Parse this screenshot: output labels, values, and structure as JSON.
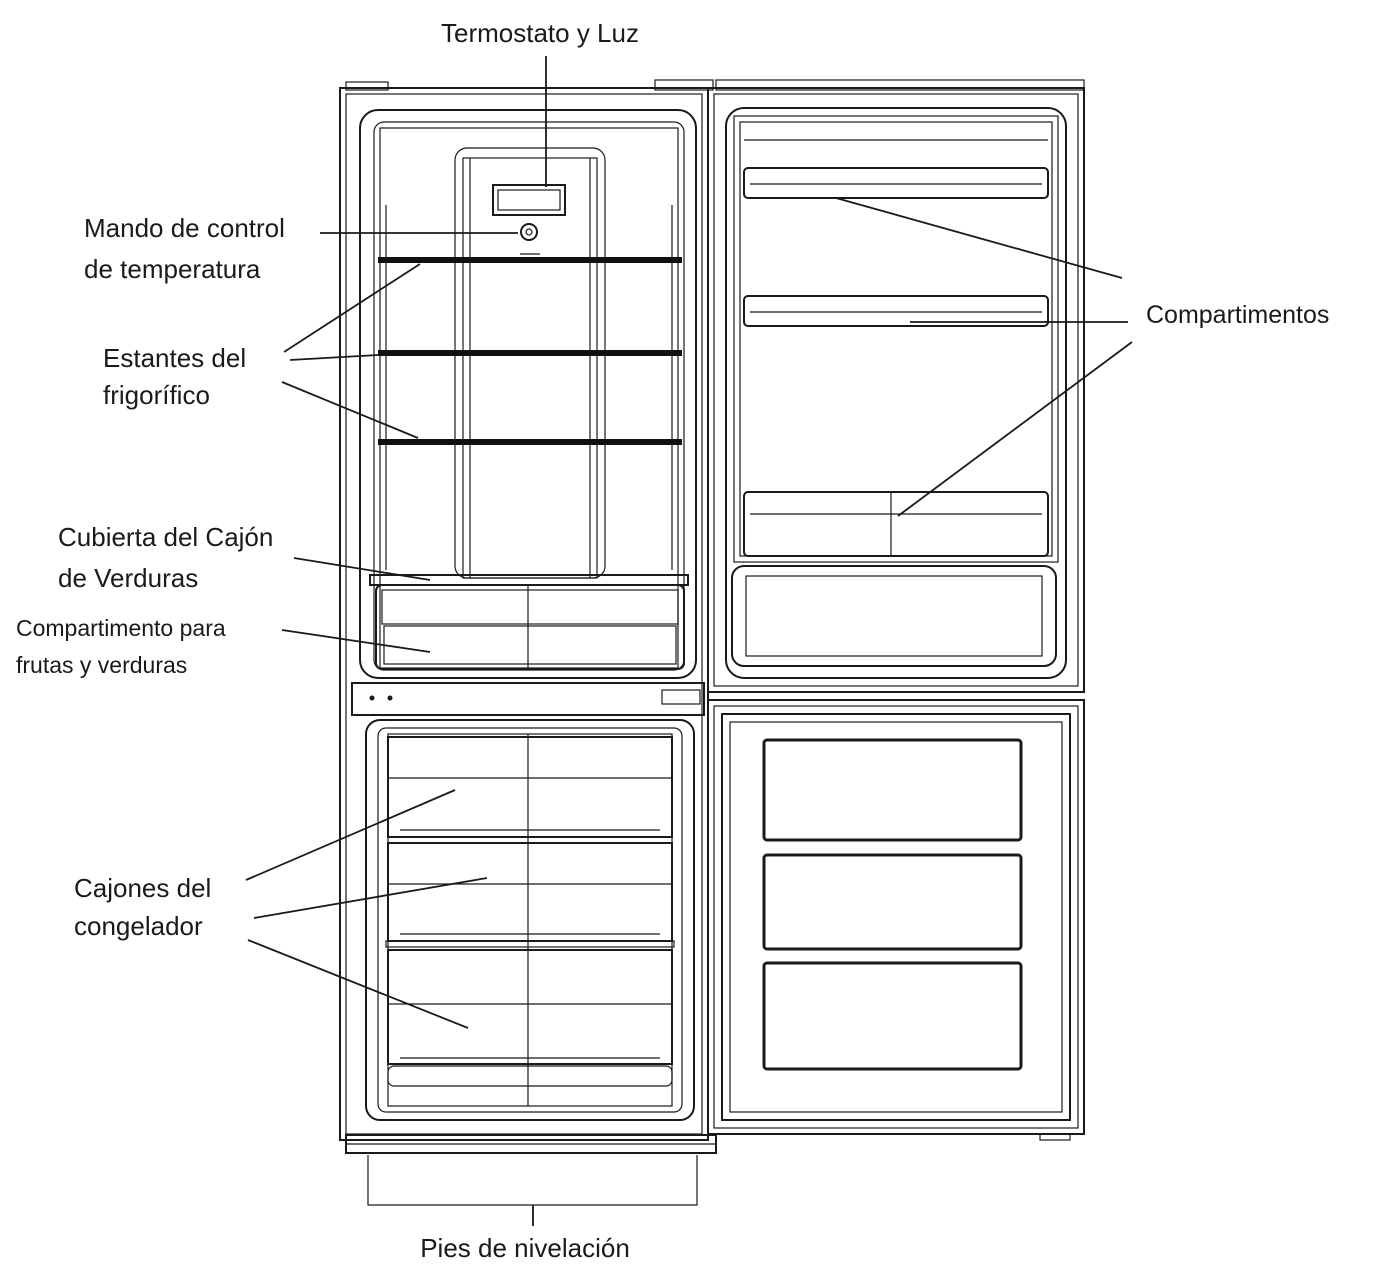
{
  "labels": {
    "thermostat": "Termostato y Luz",
    "temp_control_1": "Mando de control",
    "temp_control_2": "de temperatura",
    "fridge_shelves_1": "Estantes del",
    "fridge_shelves_2": "frigorífico",
    "crisper_cover_1": "Cubierta del Cajón",
    "crisper_cover_2": "de Verduras",
    "crisper_1": "Compartimento para",
    "crisper_2": "frutas y verduras",
    "freezer_drawers_1": "Cajones del",
    "freezer_drawers_2": "congelador",
    "door_compartments": "Compartimentos",
    "leveling_feet": "Pies de nivelación"
  }
}
